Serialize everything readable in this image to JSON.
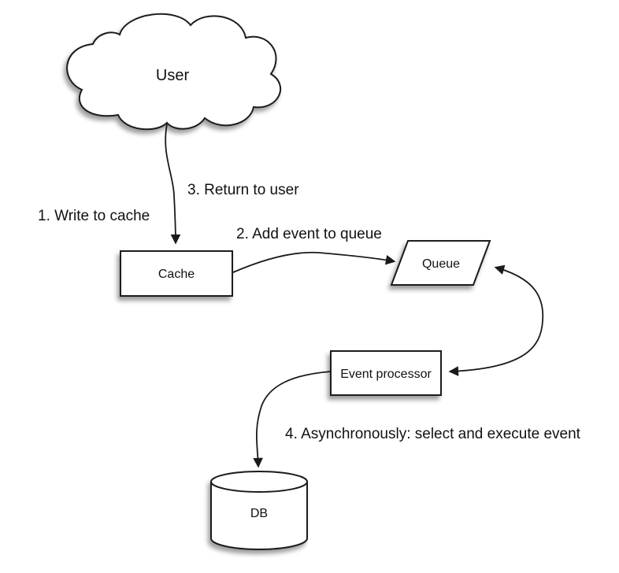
{
  "diagram": {
    "background": "#ffffff",
    "stroke_color": "#1a1a1a",
    "text_color": "#111111",
    "nodes": {
      "user": {
        "label": "User",
        "shape": "cloud"
      },
      "cache": {
        "label": "Cache",
        "shape": "rectangle"
      },
      "queue": {
        "label": "Queue",
        "shape": "parallelogram"
      },
      "event_processor": {
        "label": "Event processor",
        "shape": "rectangle"
      },
      "db": {
        "label": "DB",
        "shape": "cylinder"
      }
    },
    "steps": {
      "step1": "1. Write to cache",
      "step2": "2. Add event to queue",
      "step3": "3. Return to user",
      "step4": "4. Asynchronously: select and execute event"
    },
    "edges": [
      {
        "from": "user",
        "to": "cache",
        "direction": "one-way"
      },
      {
        "from": "cache",
        "to": "queue",
        "direction": "one-way"
      },
      {
        "from": "queue",
        "to": "event_processor",
        "direction": "two-way"
      },
      {
        "from": "event_processor",
        "to": "db",
        "direction": "one-way"
      }
    ]
  }
}
